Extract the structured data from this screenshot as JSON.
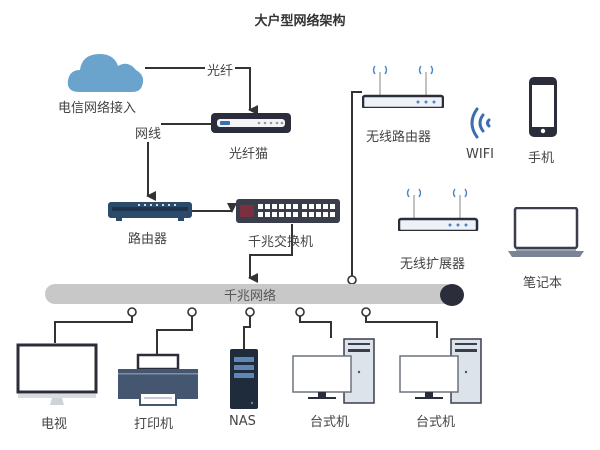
{
  "title": "大户型网络架构",
  "nodes": {
    "internet": {
      "label": "电信网络接入",
      "icon": "cloud-icon"
    },
    "optical_modem": {
      "label": "光纤猫",
      "icon": "optical-modem-icon"
    },
    "router": {
      "label": "路由器",
      "icon": "router-icon"
    },
    "switch": {
      "label": "千兆交换机",
      "icon": "switch-icon"
    },
    "wireless_router": {
      "label": "无线路由器",
      "icon": "wireless-router-icon"
    },
    "wifi": {
      "label": "WIFI",
      "icon": "wifi-icon"
    },
    "phone": {
      "label": "手机",
      "icon": "phone-icon"
    },
    "extender": {
      "label": "无线扩展器",
      "icon": "wireless-extender-icon"
    },
    "laptop": {
      "label": "笔记本",
      "icon": "laptop-icon"
    },
    "tv": {
      "label": "电视",
      "icon": "tv-icon"
    },
    "printer": {
      "label": "打印机",
      "icon": "printer-icon"
    },
    "nas": {
      "label": "NAS",
      "icon": "nas-icon"
    },
    "desktop1": {
      "label": "台式机",
      "icon": "desktop-icon"
    },
    "desktop2": {
      "label": "台式机",
      "icon": "desktop-icon"
    }
  },
  "edges": {
    "fiber": "光纤",
    "cable": "网线"
  },
  "bus": {
    "label": "千兆网络"
  },
  "colors": {
    "cloud": "#6aa3cc",
    "device_dark": "#2b2d3a",
    "router_blue": "#2c4a6a",
    "printer": "#455670",
    "bus": "#c8c8c8",
    "wire": "#333333",
    "antenna": "#4a86c5"
  }
}
